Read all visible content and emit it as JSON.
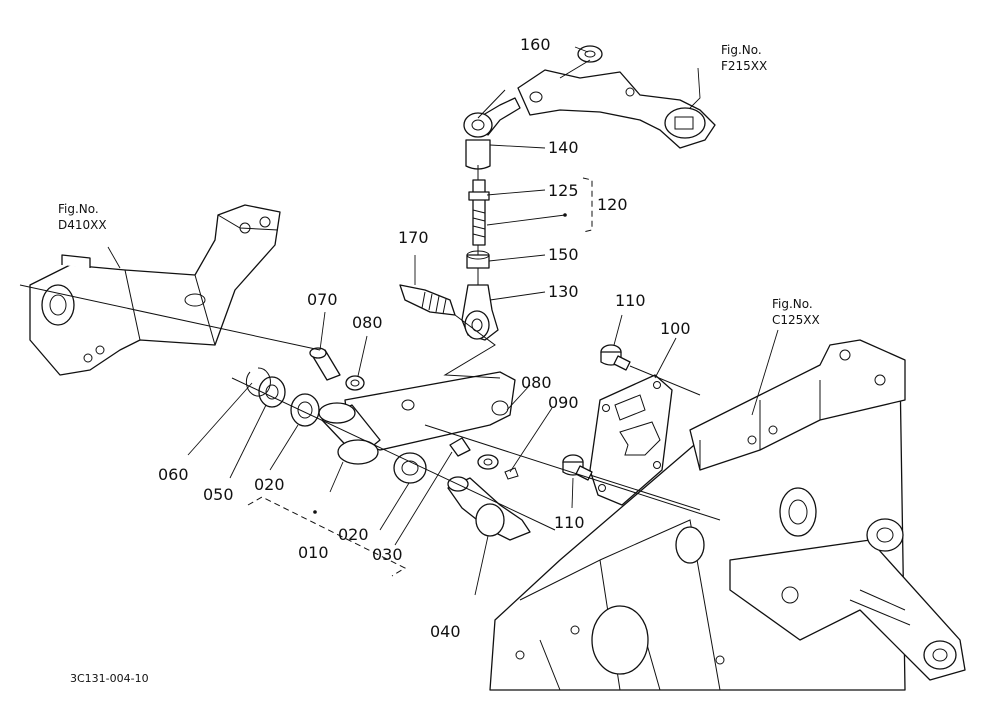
{
  "diagram": {
    "drawing_code": "3C131-004-10",
    "fig_refs": [
      {
        "id": "f215",
        "line1": "Fig.No.",
        "line2": "F215XX"
      },
      {
        "id": "d410",
        "line1": "Fig.No.",
        "line2": "D410XX"
      },
      {
        "id": "c125",
        "line1": "Fig.No.",
        "line2": "C125XX"
      }
    ],
    "part_labels": [
      {
        "id": "p160",
        "text": "160"
      },
      {
        "id": "p140",
        "text": "140"
      },
      {
        "id": "p125",
        "text": "125"
      },
      {
        "id": "p120",
        "text": "120"
      },
      {
        "id": "p170",
        "text": "170"
      },
      {
        "id": "p150",
        "text": "150"
      },
      {
        "id": "p130",
        "text": "130"
      },
      {
        "id": "p070",
        "text": "070"
      },
      {
        "id": "p080a",
        "text": "080"
      },
      {
        "id": "p110a",
        "text": "110"
      },
      {
        "id": "p100",
        "text": "100"
      },
      {
        "id": "p080b",
        "text": "080"
      },
      {
        "id": "p090",
        "text": "090"
      },
      {
        "id": "p060",
        "text": "060"
      },
      {
        "id": "p050",
        "text": "050"
      },
      {
        "id": "p020a",
        "text": "020"
      },
      {
        "id": "p110b",
        "text": "110"
      },
      {
        "id": "p020b",
        "text": "020"
      },
      {
        "id": "p010",
        "text": "010"
      },
      {
        "id": "p030",
        "text": "030"
      },
      {
        "id": "p040",
        "text": "040"
      }
    ]
  }
}
